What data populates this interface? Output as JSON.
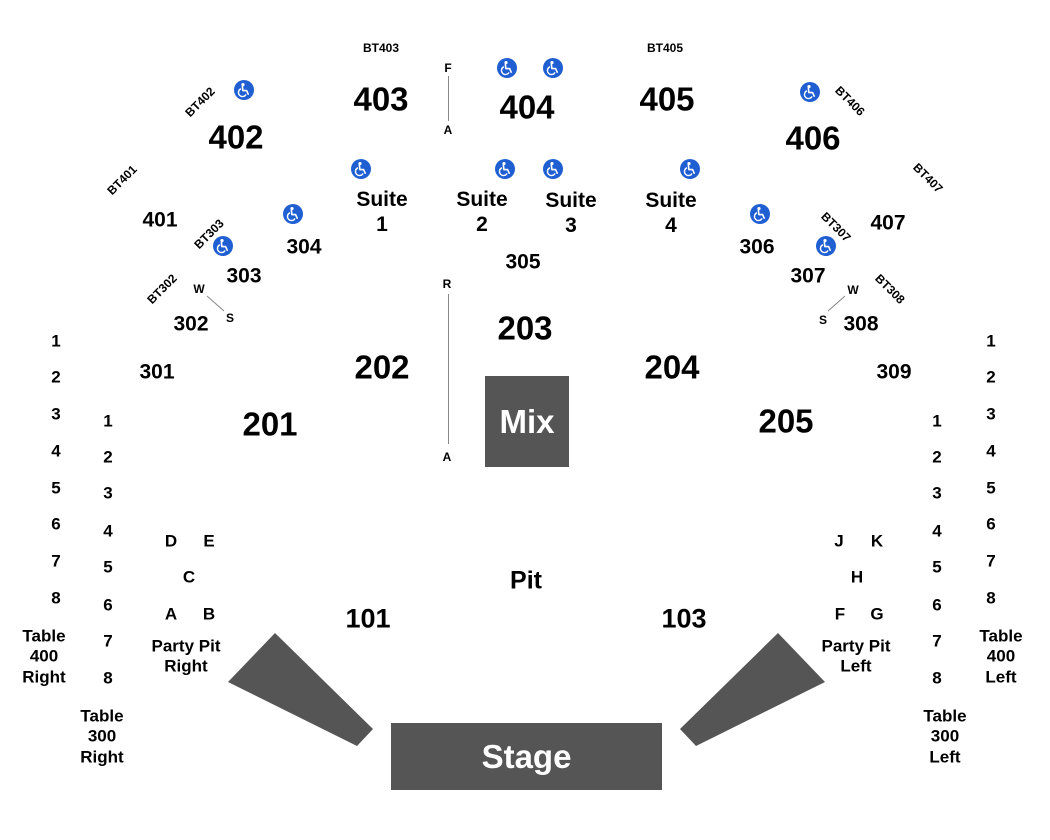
{
  "upper_sections": {
    "s401": "401",
    "s402": "402",
    "s403": "403",
    "s404": "404",
    "s405": "405",
    "s406": "406",
    "s407": "407"
  },
  "box_tables": {
    "bt401": "BT401",
    "bt402": "BT402",
    "bt403": "BT403",
    "bt405": "BT405",
    "bt406": "BT406",
    "bt407": "BT407",
    "bt302": "BT302",
    "bt303": "BT303",
    "bt307": "BT307",
    "bt308": "BT308"
  },
  "suites": {
    "s1": "Suite\n1",
    "s2": "Suite\n2",
    "s3": "Suite\n3",
    "s4": "Suite\n4"
  },
  "mid_sections": {
    "s301": "301",
    "s302": "302",
    "s303": "303",
    "s304": "304",
    "s305": "305",
    "s306": "306",
    "s307": "307",
    "s308": "308",
    "s309": "309"
  },
  "lower_sections": {
    "s201": "201",
    "s202": "202",
    "s203": "203",
    "s204": "204",
    "s205": "205"
  },
  "floor_sections": {
    "s101": "101",
    "s103": "103",
    "pit": "Pit"
  },
  "mix_label": "Mix",
  "stage_label": "Stage",
  "row_markers": {
    "f": "F",
    "a_top": "A",
    "r": "R",
    "a_bottom": "A"
  },
  "compass": {
    "w_left": "W",
    "s_left": "S",
    "w_right": "W",
    "s_right": "S"
  },
  "party_pit_right": {
    "tables": {
      "d": "D",
      "e": "E",
      "c": "C",
      "a": "A",
      "b": "B"
    },
    "label": "Party Pit\nRight"
  },
  "party_pit_left": {
    "tables": {
      "j": "J",
      "k": "K",
      "h": "H",
      "f": "F",
      "g": "G"
    },
    "label": "Party Pit\nLeft"
  },
  "table_400_right": {
    "numbers": [
      "1",
      "2",
      "3",
      "4",
      "5",
      "6",
      "7",
      "8"
    ],
    "label": "Table\n400\nRight"
  },
  "table_300_right": {
    "numbers": [
      "1",
      "2",
      "3",
      "4",
      "5",
      "6",
      "7",
      "8"
    ],
    "label": "Table\n300\nRight"
  },
  "table_300_left": {
    "numbers": [
      "1",
      "2",
      "3",
      "4",
      "5",
      "6",
      "7",
      "8"
    ],
    "label": "Table\n300\nLeft"
  },
  "table_400_left": {
    "numbers": [
      "1",
      "2",
      "3",
      "4",
      "5",
      "6",
      "7",
      "8"
    ],
    "label": "Table\n400\nLeft"
  },
  "colors": {
    "accessibility": "#1f5fd1",
    "blocks": "#555555",
    "wings": "#555555"
  },
  "icons": [
    "wheelchair-accessible-icon"
  ]
}
